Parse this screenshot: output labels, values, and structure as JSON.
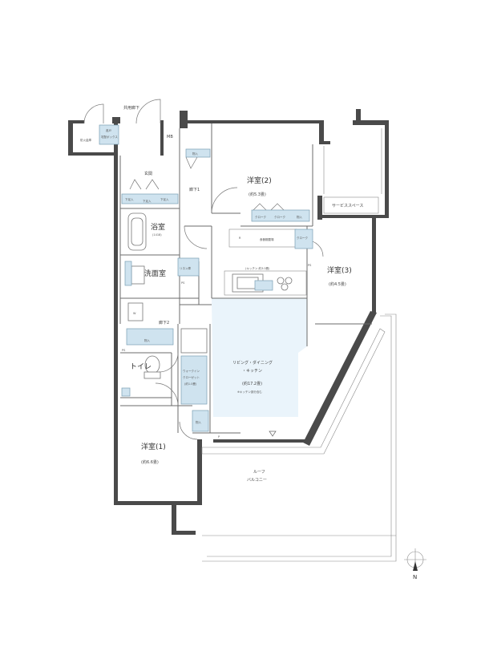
{
  "labels": {
    "corridor_common": "共用廊下",
    "entrance": "玄関",
    "hall_1": "廊下1",
    "hall_2": "廊下2",
    "western_2": "洋室(2)",
    "western_2_size": "(約5.3畳)",
    "western_3": "洋室(3)",
    "western_3_size": "(約4.5畳)",
    "western_1": "洋室(1)",
    "western_1_size": "(約6.6畳)",
    "bath": "浴室",
    "bath_size": "(1418)",
    "washroom": "洗面室",
    "toilet": "トイレ",
    "ldk_line1": "リビング・ダイニング",
    "ldk_line2": "・キッチン",
    "ldk_size": "(約17.2畳)",
    "ldk_note": "※キッチン部分含む",
    "service_space": "サービススペース",
    "roof_balcony_1": "ルーフ",
    "roof_balcony_2": "バルコニー",
    "mb": "MB",
    "storage": "物入",
    "closet": "クローク",
    "shoe_box": "下足入",
    "kitchen_note": "(キッチン 約3.0畳)",
    "fridge_mark": "R",
    "ps": "PS",
    "p_mark": "P",
    "w_mark": "W",
    "linen": "リネン庫",
    "walk_in_1": "ウォークイン",
    "walk_in_2": "クローゼット",
    "walk_in_size": "(約1.0畳)",
    "cupboard": "食器棚置場",
    "fire_box": "防火金庫",
    "meter_1": "各戸",
    "meter_2": "宅配ボックス",
    "north": "N"
  },
  "colors": {
    "storage_fill": "#cfe3ef",
    "ldk_fill": "#eaf4fb",
    "wall": "#4a4a4a"
  }
}
